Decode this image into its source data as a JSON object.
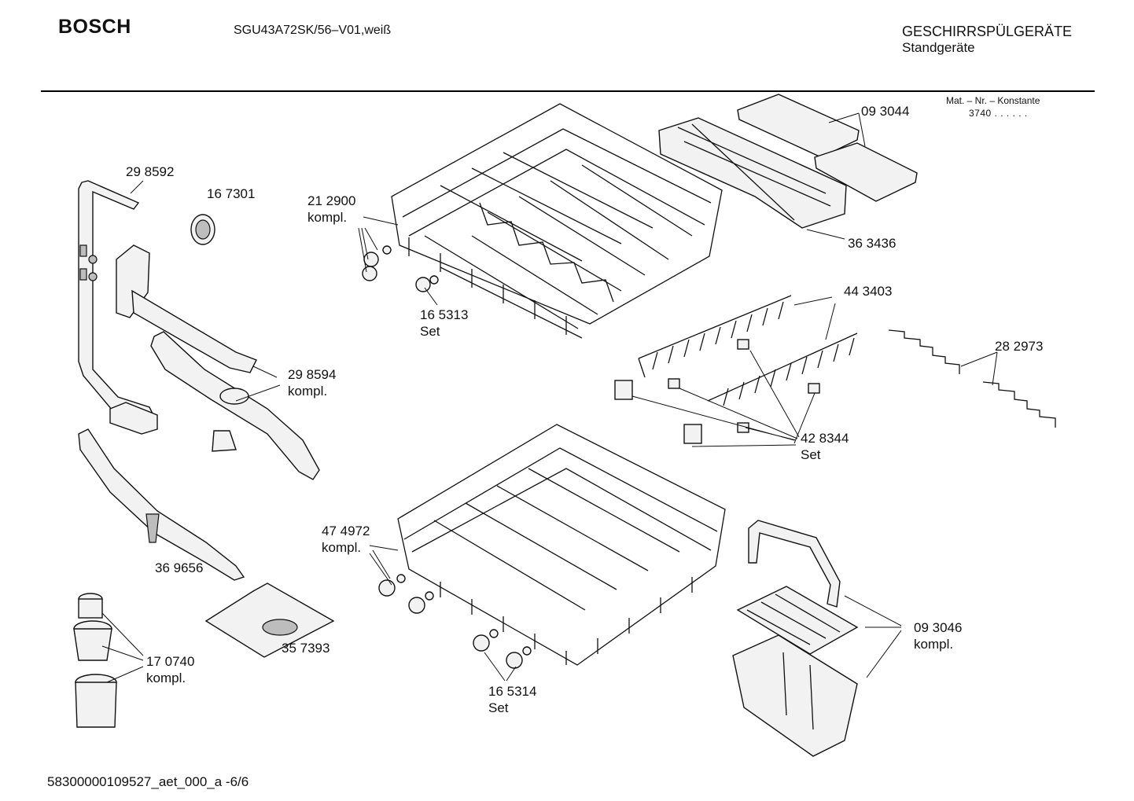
{
  "header": {
    "brand": "BOSCH",
    "model": "SGU43A72SK/56–V01,weiß",
    "category": "GESCHIRRSPÜLGERÄTE",
    "subcategory": "Standgeräte",
    "mat_label": "Mat. – Nr. – Konstante",
    "mat_value": "3740  .  .    .  .  .  ."
  },
  "parts": [
    {
      "number": "29 8592",
      "note": ""
    },
    {
      "number": "16 7301",
      "note": ""
    },
    {
      "number": "21 2900",
      "note": "kompl."
    },
    {
      "number": "16 5313",
      "note": "Set"
    },
    {
      "number": "09 3044",
      "note": ""
    },
    {
      "number": "36 3436",
      "note": ""
    },
    {
      "number": "44 3403",
      "note": ""
    },
    {
      "number": "28 2973",
      "note": ""
    },
    {
      "number": "29 8594",
      "note": "kompl."
    },
    {
      "number": "42 8344",
      "note": "Set"
    },
    {
      "number": "36 9656",
      "note": ""
    },
    {
      "number": "47 4972",
      "note": "kompl."
    },
    {
      "number": "35 7393",
      "note": ""
    },
    {
      "number": "17 0740",
      "note": "kompl."
    },
    {
      "number": "16 5314",
      "note": "Set"
    },
    {
      "number": "09 3046",
      "note": "kompl."
    }
  ],
  "footer": {
    "doc_id": "58300000109527_aet_000_a  -6/6"
  }
}
